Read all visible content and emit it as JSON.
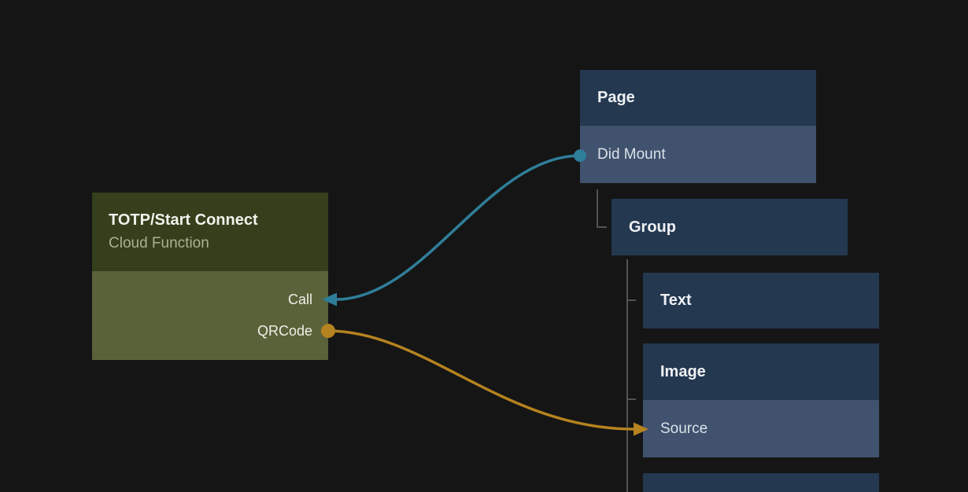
{
  "canvas": {
    "background": "#151515"
  },
  "function_node": {
    "title": "TOTP/Start Connect",
    "subtitle": "Cloud Function",
    "outputs": {
      "call": "Call",
      "qrcode": "QRCode"
    },
    "colors": {
      "header": "#353f1c",
      "body": "#5a6239"
    }
  },
  "widget_tree": {
    "page": {
      "title": "Page",
      "trigger": "Did Mount"
    },
    "group": {
      "title": "Group"
    },
    "text": {
      "title": "Text"
    },
    "image": {
      "title": "Image",
      "property": "Source"
    },
    "colors": {
      "header": "#243850",
      "row": "#40526e"
    }
  },
  "connections": {
    "did_mount_to_call": {
      "from": "Did Mount",
      "to": "Call",
      "color": "#2f7e99"
    },
    "qrcode_to_source": {
      "from": "QRCode",
      "to": "Source",
      "color": "#b5831f"
    }
  }
}
